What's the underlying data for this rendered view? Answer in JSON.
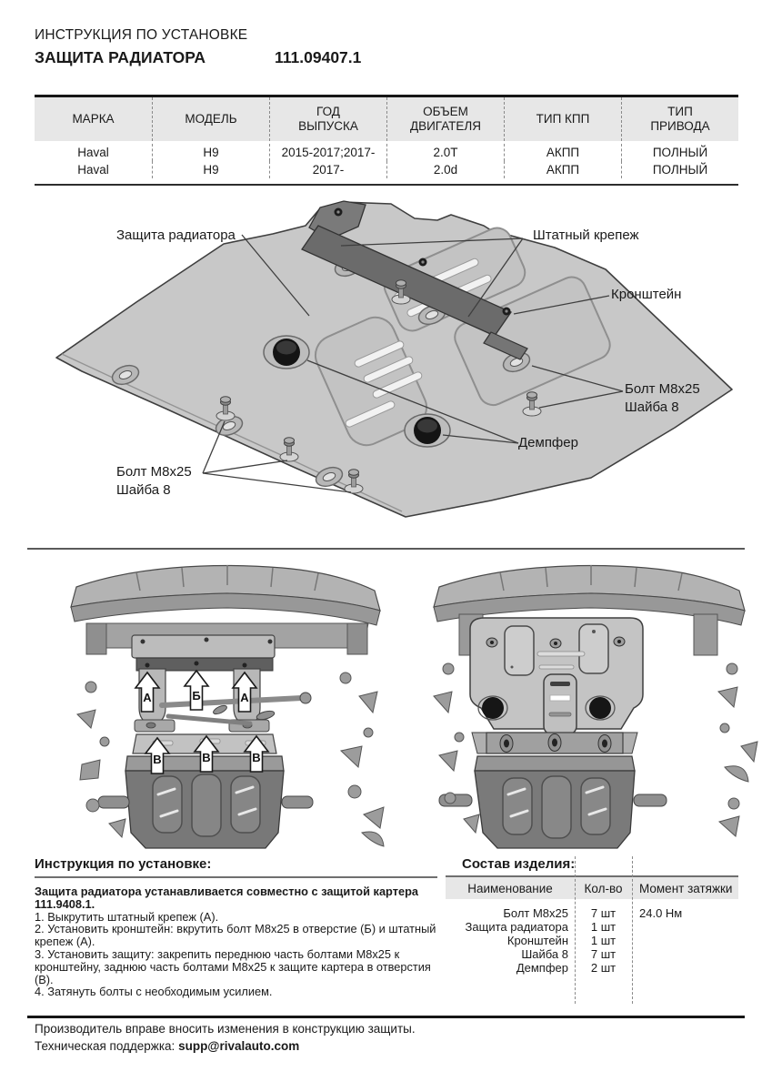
{
  "header": {
    "doc_type": "ИНСТРУКЦИЯ ПО УСТАНОВКЕ",
    "product_title": "ЗАЩИТА РАДИАТОРА",
    "part_number": "111.09407.1"
  },
  "fitment": {
    "columns": [
      {
        "l1": "МАРКА",
        "l2": ""
      },
      {
        "l1": "МОДЕЛЬ",
        "l2": ""
      },
      {
        "l1": "ГОД",
        "l2": "ВЫПУСКА"
      },
      {
        "l1": "ОБЪЕМ",
        "l2": "ДВИГАТЕЛЯ"
      },
      {
        "l1": "ТИП КПП",
        "l2": ""
      },
      {
        "l1": "ТИП",
        "l2": "ПРИВОДА"
      }
    ],
    "rows": [
      [
        "Haval",
        "H9",
        "2015-2017;2017-",
        "2.0T",
        "АКПП",
        "ПОЛНЫЙ"
      ],
      [
        "Haval",
        "H9",
        "2017-",
        "2.0d",
        "АКПП",
        "ПОЛНЫЙ"
      ]
    ]
  },
  "diagram": {
    "labels": {
      "plate": "Защита радиатора",
      "factory_mount": "Штатный крепеж",
      "bracket": "Кронштейн",
      "bolt": "Болт М8х25",
      "washer": "Шайба 8",
      "damper": "Демпфер"
    }
  },
  "install_views": {
    "arrows_top": [
      "А",
      "Б",
      "А"
    ],
    "arrows_bottom": [
      "В",
      "В",
      "В"
    ]
  },
  "instructions": {
    "heading": "Инструкция по установке:",
    "intro_line1": "Защита радиатора устанавливается совместно с защитой картера",
    "intro_line2": "111.9408.1.",
    "steps": [
      "1. Выкрутить штатный крепеж (А).",
      "2. Установить кронштейн: вкрутить болт М8х25 в отверстие (Б) и штатный крепеж (А).",
      "3. Установить защиту: закрепить переднюю часть болтами М8х25 к кронштейну, заднюю часть болтами М8х25 к защите картера в отверстия (В).",
      "4. Затянуть болты с необходимым усилием."
    ]
  },
  "parts": {
    "heading": "Состав изделия:",
    "columns": [
      "Наименование",
      "Кол-во",
      "Момент затяжки"
    ],
    "rows": [
      {
        "name": "Болт М8х25",
        "qty": "7 шт",
        "torque": "24.0 Нм"
      },
      {
        "name": "Защита радиатора",
        "qty": "1 шт",
        "torque": ""
      },
      {
        "name": "Кронштейн",
        "qty": "1 шт",
        "torque": ""
      },
      {
        "name": "Шайба 8",
        "qty": "7 шт",
        "torque": ""
      },
      {
        "name": "Демпфер",
        "qty": "2 шт",
        "torque": ""
      }
    ]
  },
  "footer": {
    "line1": "Производитель вправе вносить изменения в конструкцию защиты.",
    "support_prefix": "Техническая поддержка:",
    "support_email": "supp@rivalauto.com"
  },
  "colors": {
    "table_header_bg": "#e7e7e7",
    "rule_dark": "#161616",
    "rule_gray": "#5a5a5a",
    "plate_light": "#c8c8c8",
    "bracket_dark": "#6b6b6b"
  }
}
